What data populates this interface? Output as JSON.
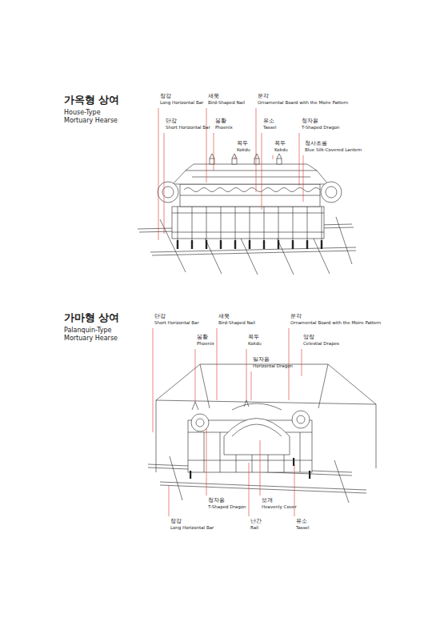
{
  "diagram": {
    "labels": [
      "가옥형 상여",
      "House-Type Mortuary Hearse",
      "장강",
      "Long Horizontal Bar",
      "새못",
      "Bird-Shaped Nail",
      "운각",
      "Ornamental Board with the Moire Pattern",
      "단강",
      "Short Horizontal Bar",
      "봉황",
      "Phoenix",
      "유소",
      "Tassel",
      "청자용",
      "T-Shaped Dragon",
      "꼭두",
      "Kokdu",
      "꼭두",
      "Kokdu",
      "청사초롱",
      "Blue Silk-Covered Lantern",
      "가마형 상여",
      "Palanquin-Type Mortuary Hearse",
      "단강",
      "Short Horizontal Bar",
      "새못",
      "Bird-Shaped Nail",
      "운각",
      "Ornamental Board with the Moire Pattern",
      "봉황",
      "Phoenix",
      "꼭두",
      "Kokdu",
      "앙장",
      "Celestial Drapes",
      "일자용",
      "Horizontal Dragon",
      "청자용",
      "T-Shaped Dragon",
      "보개",
      "Heavenly Cover",
      "장강",
      "Long Horizontal Bar",
      "난간",
      "Rail",
      "유소",
      "Tassel"
    ]
  }
}
